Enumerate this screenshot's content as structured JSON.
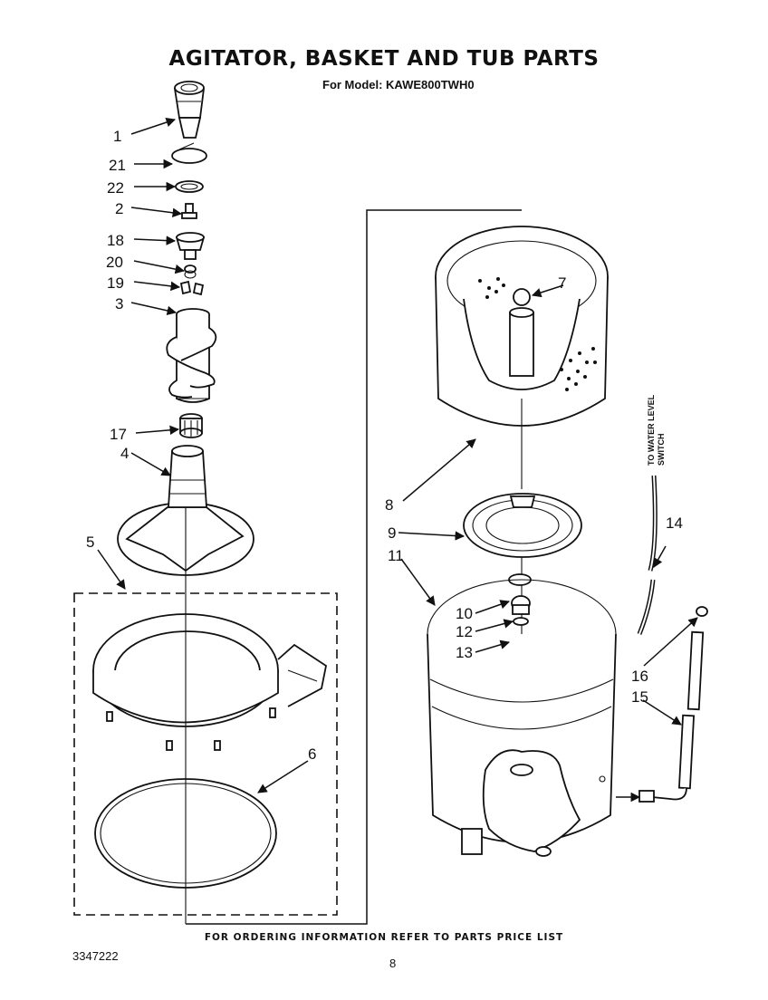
{
  "header": {
    "title": "AGITATOR, BASKET AND TUB PARTS",
    "subtitle": "For Model: KAWE800TWH0"
  },
  "footer": {
    "note": "FOR ORDERING INFORMATION REFER TO PARTS PRICE LIST",
    "document_number": "3347222",
    "page_number": "8"
  },
  "callouts": {
    "c1": "1",
    "c21": "21",
    "c22": "22",
    "c2": "2",
    "c18": "18",
    "c20": "20",
    "c19": "19",
    "c3": "3",
    "c17": "17",
    "c4": "4",
    "c5": "5",
    "c6": "6",
    "c7": "7",
    "c8": "8",
    "c9": "9",
    "c11": "11",
    "c10": "10",
    "c12": "12",
    "c13": "13",
    "c14": "14",
    "c16": "16",
    "c15": "15"
  },
  "side_label": {
    "line1": "TO WATER LEVEL",
    "line2": "SWITCH"
  }
}
